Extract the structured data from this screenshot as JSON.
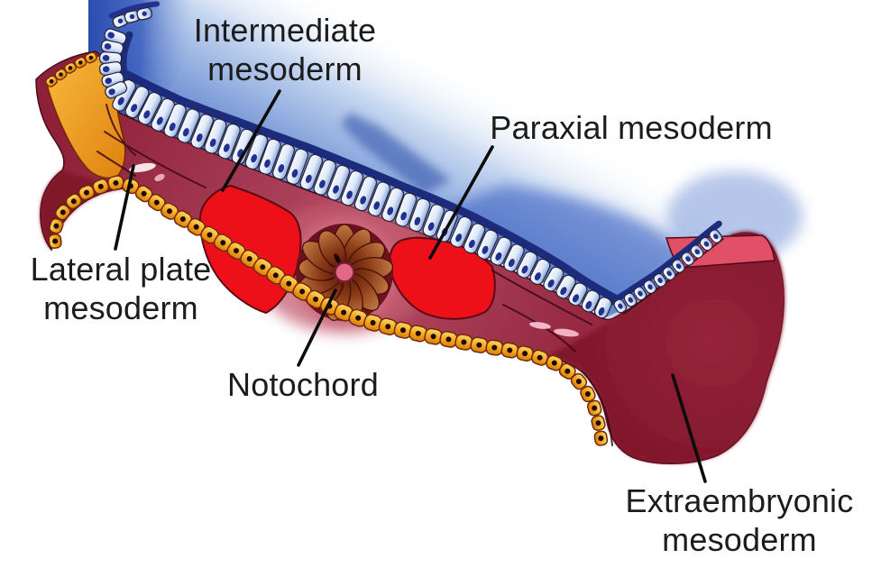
{
  "figure": {
    "background": "#ffffff",
    "labels": {
      "intermediate_mesoderm": {
        "line1": "Intermediate",
        "line2": "mesoderm"
      },
      "paraxial_mesoderm": {
        "text": "Paraxial mesoderm"
      },
      "lateral_plate_mesoderm": {
        "line1": "Lateral plate",
        "line2": "mesoderm"
      },
      "notochord": {
        "text": "Notochord"
      },
      "extraembryonic_mesoderm": {
        "line1": "Extraembryonic",
        "line2": "mesoderm"
      }
    },
    "colors": {
      "ectoderm_blue_deep": "#2c51b4",
      "ectoderm_cell_fill": "#e9f1fc",
      "cell_nucleus_blue": "#22318f",
      "cell_backing_navy": "#1c2b7c",
      "mesoderm_maroon": "#9e2f4a",
      "mesoderm_dark": "#7c1527",
      "somite_red": "#ee1018",
      "endoderm_orange": "#f5a31e",
      "endoderm_outline": "#6e2a08",
      "endoderm_nucleus": "#1a0a02",
      "notochord_brown": "#964822",
      "notochord_center_pink": "#e26887",
      "pink_band": "#e25068",
      "label_text": "#1c1c1c",
      "pointer_black": "#0c0c0c"
    }
  }
}
